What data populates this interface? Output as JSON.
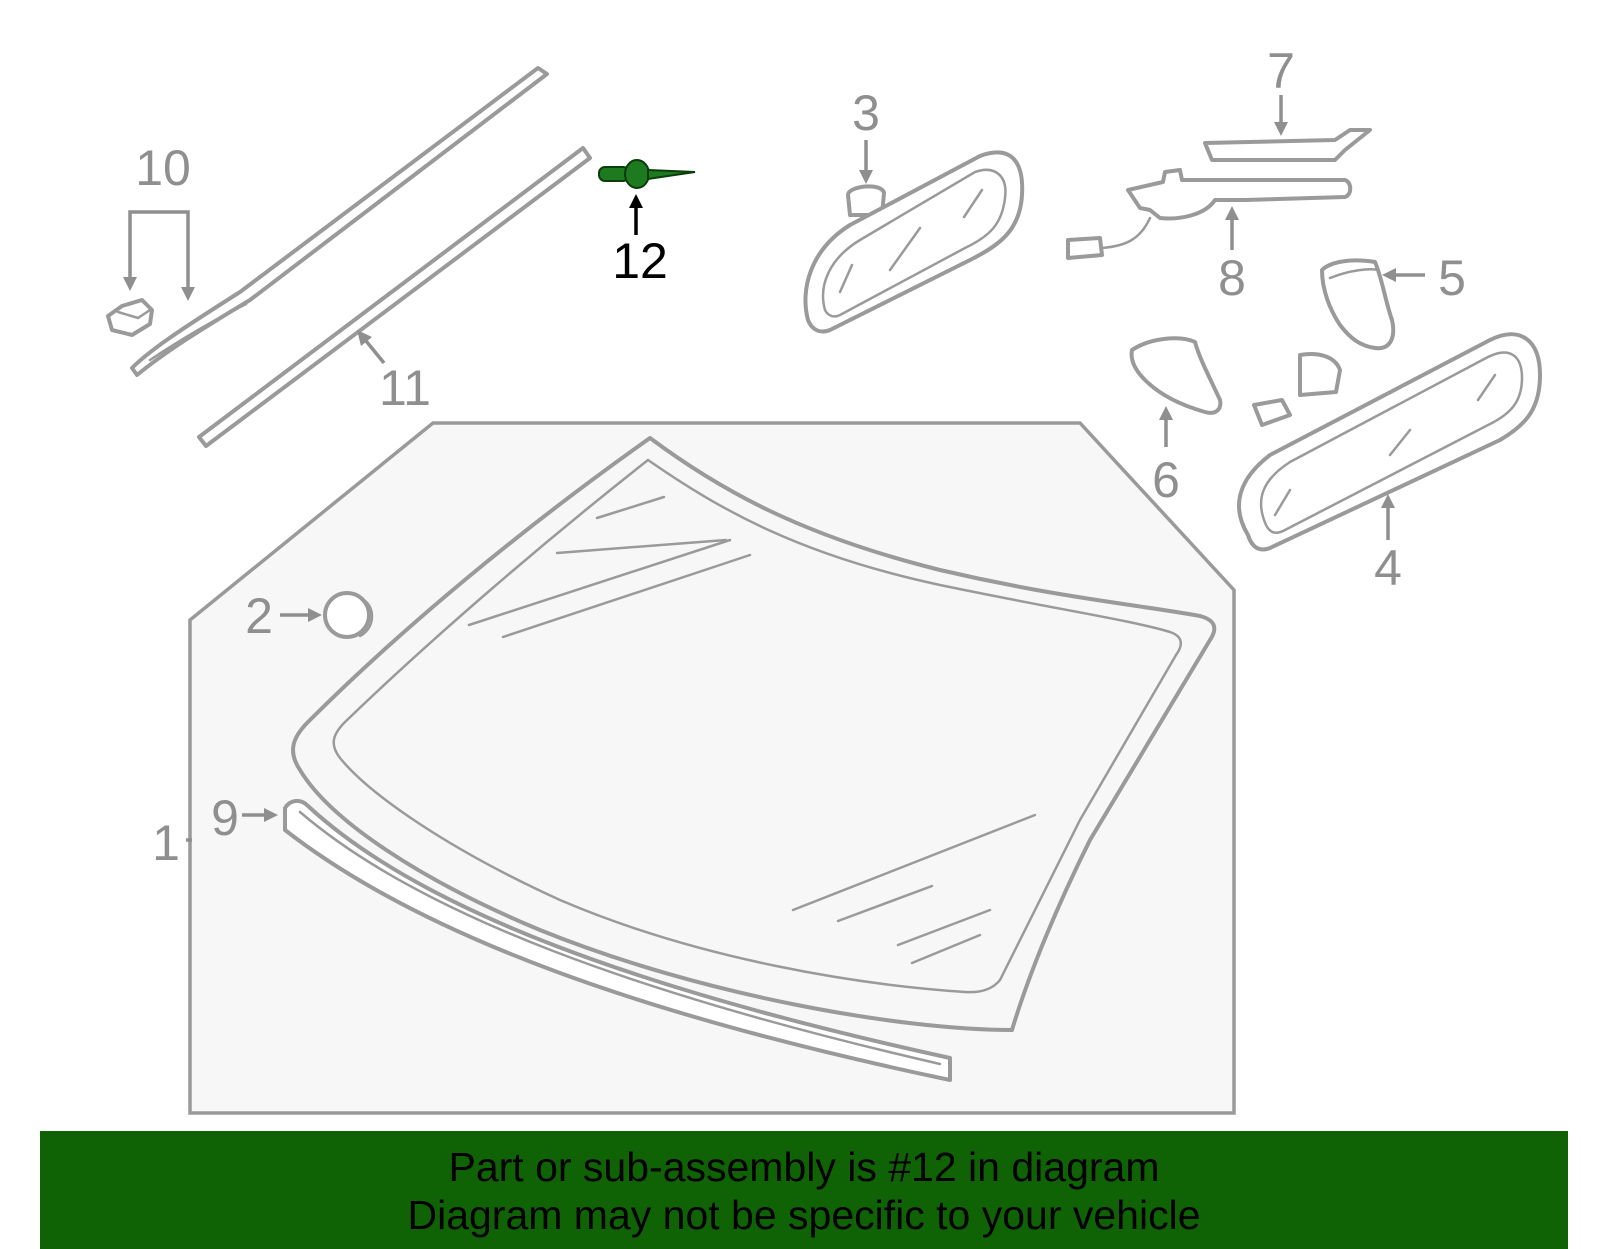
{
  "callouts": {
    "c1": "1",
    "c2": "2",
    "c3": "3",
    "c4": "4",
    "c5": "5",
    "c6": "6",
    "c7": "7",
    "c8": "8",
    "c9": "9",
    "c10": "10",
    "c11": "11",
    "c12": "12"
  },
  "highlighted_part": "12",
  "colors": {
    "banner_bg": "#106304",
    "highlight_part": "#1e7a1e",
    "line_art": "#9a9a9a",
    "panel_bg": "#f7f7f7"
  },
  "banner": {
    "line1": "Part or sub-assembly is #12 in diagram",
    "line2": "Diagram may not be specific to your vehicle"
  }
}
